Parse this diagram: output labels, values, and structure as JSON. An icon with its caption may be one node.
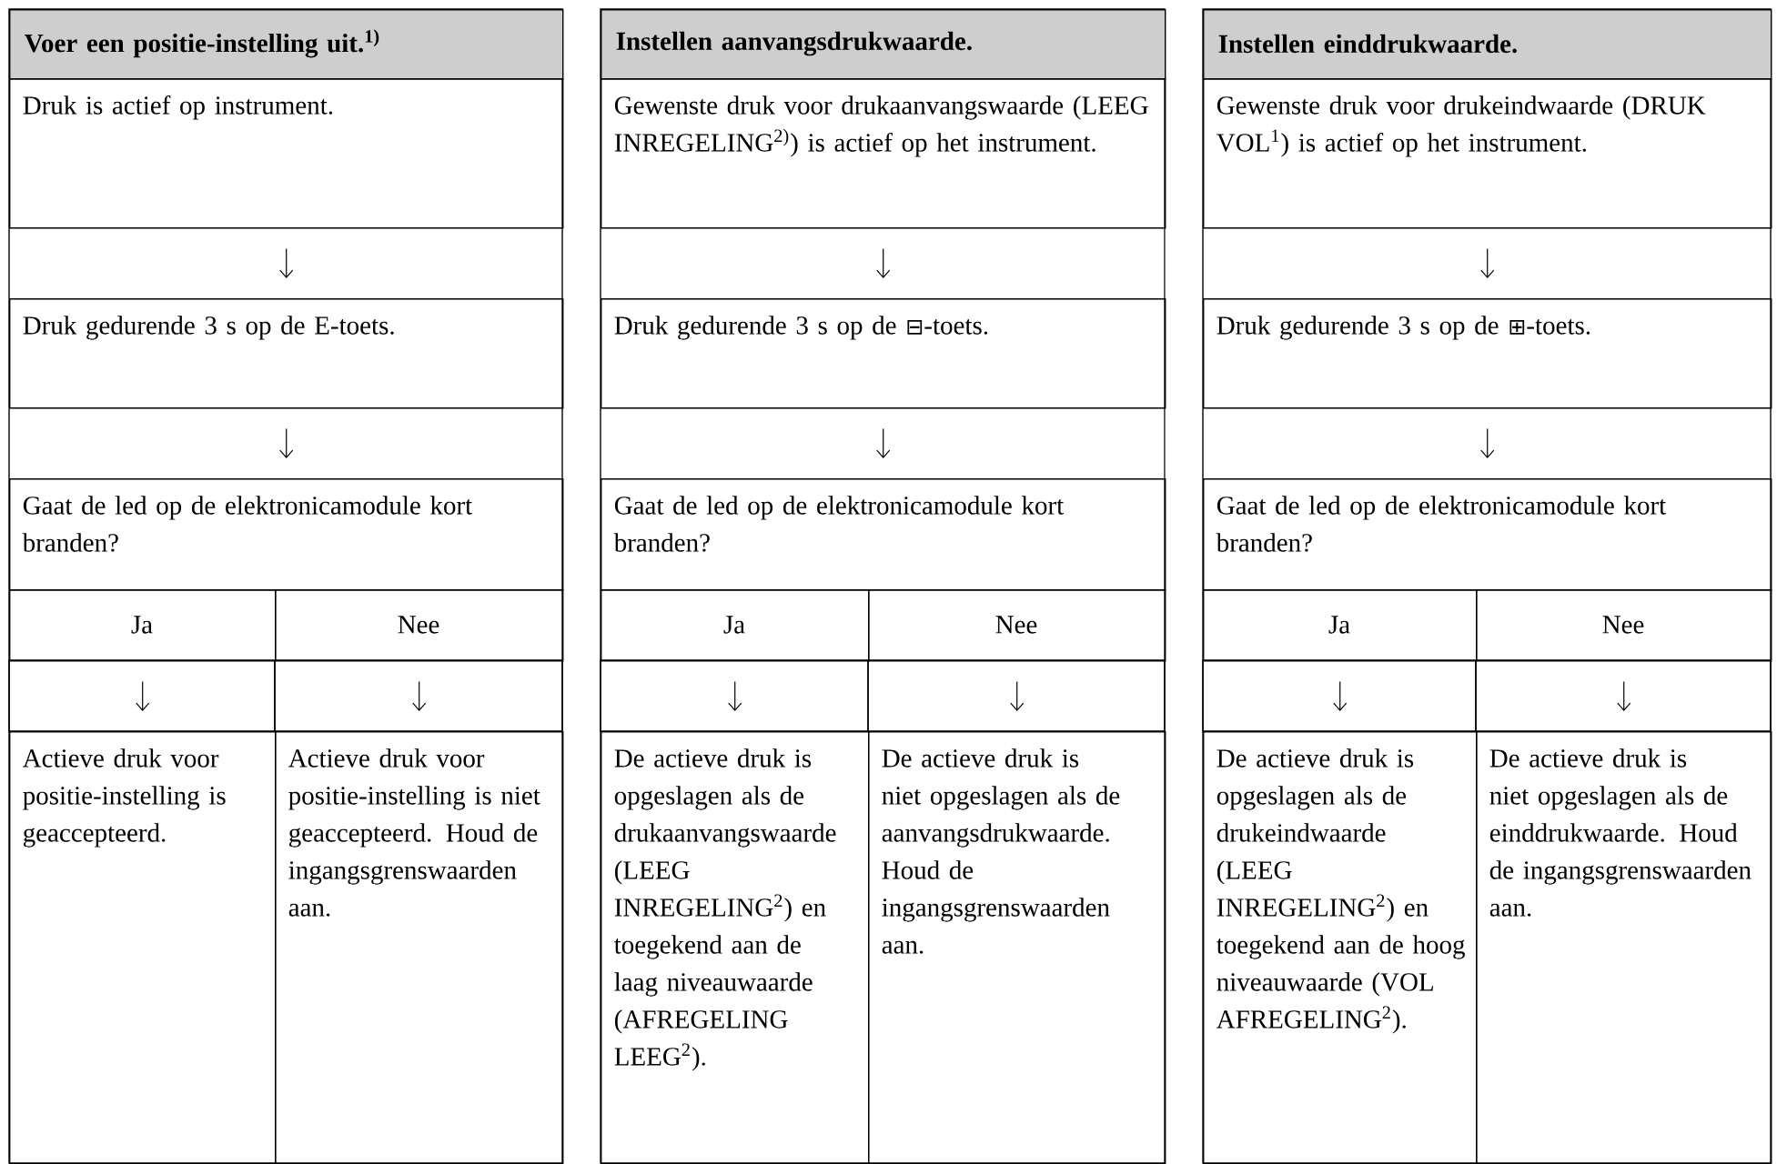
{
  "diagram": {
    "nodes": [
      {
        "text": [
          "Voer een positie-instelling uit.$^{1)}$"
        ]
      },
      {
        "text": [
          "Druk is actief op instrument."
        ]
      },
      {
        "text": [
          "Druk gedurende 3 s op de E-toets."
        ]
      },
      {
        "text": [
          "Gaat de led op de elektronicamodule kort branden?"
        ]
      },
      {
        "text": [
          "Ja"
        ]
      },
      {
        "text": [
          "Nee"
        ]
      },
      {
        "text": [
          "Actieve druk voor positie-instelling is geaccepteerd."
        ]
      },
      {
        "text": [
          "Actieve druk voor positie-instelling is niet geaccepteerd. Houd de ingangsgrenswaarden aan."
        ]
      },
      {
        "text": [
          "Instellen aanvangsdrukwaarde."
        ]
      },
      {
        "text": [
          "Gewenste druk voor drukaanvangswaarde (LEEG INREGELING$^{2)}$) is actief op het instrument."
        ]
      },
      {
        "text": [
          "Druk gedurende 3 s op de ⊟-toets."
        ]
      },
      {
        "text": [
          "Gaat de led op de elektronicamodule kort branden?"
        ]
      },
      {
        "text": [
          "Ja"
        ]
      },
      {
        "text": [
          "Nee"
        ]
      },
      {
        "text": [
          "De actieve druk is opgeslagen als de drukaanvangswaarde (LEEG INREGELING$^{2}$) en toegekend aan de laag niveauwaarde (AFREGELING LEEG$^{2}$)."
        ]
      },
      {
        "text": [
          "De actieve druk is niet opgeslagen als de aanvangsdrukwaarde. Houd de ingangsgrenswaarden aan."
        ]
      },
      {
        "text": [
          "Instellen einddrukwaarde."
        ]
      },
      {
        "text": [
          "Gewenste druk voor drukeindwaarde (DRUK VOL$^{1}$) is actief op het instrument."
        ]
      },
      {
        "text": [
          "Druk gedurende 3 s op de ⊞-toets."
        ]
      },
      {
        "text": [
          "Gaat de led op de elektronicamodule kort branden?"
        ]
      },
      {
        "text": [
          "Ja"
        ]
      },
      {
        "text": [
          "Nee"
        ]
      },
      {
        "text": [
          "De actieve druk is opgeslagen als de drukeindwaarde (LEEG INREGELING$^{2}$) en toegekend aan de hoog niveauwaarde (VOL AFREGELING$^{2}$)."
        ]
      },
      {
        "text": [
          "De actieve druk is niet opgeslagen als de einddrukwaarde. Houd de ingangsgrenswaarden aan."
        ]
      }
    ],
    "edges": [
      {
        "from": 1,
        "to": 2,
        "arrow": "to"
      },
      {
        "from": 2,
        "to": 3,
        "arrow": "to"
      },
      {
        "from": 4,
        "to": 6,
        "arrow": "to"
      },
      {
        "from": 5,
        "to": 7,
        "arrow": "to"
      },
      {
        "from": 9,
        "to": 10,
        "arrow": "to"
      },
      {
        "from": 10,
        "to": 11,
        "arrow": "to"
      },
      {
        "from": 12,
        "to": 14,
        "arrow": "to"
      },
      {
        "from": 13,
        "to": 15,
        "arrow": "to"
      },
      {
        "from": 17,
        "to": 18,
        "arrow": "to"
      },
      {
        "from": 18,
        "to": 19,
        "arrow": "to"
      },
      {
        "from": 20,
        "to": 22,
        "arrow": "to"
      },
      {
        "from": 21,
        "to": 23,
        "arrow": "to"
      }
    ]
  }
}
